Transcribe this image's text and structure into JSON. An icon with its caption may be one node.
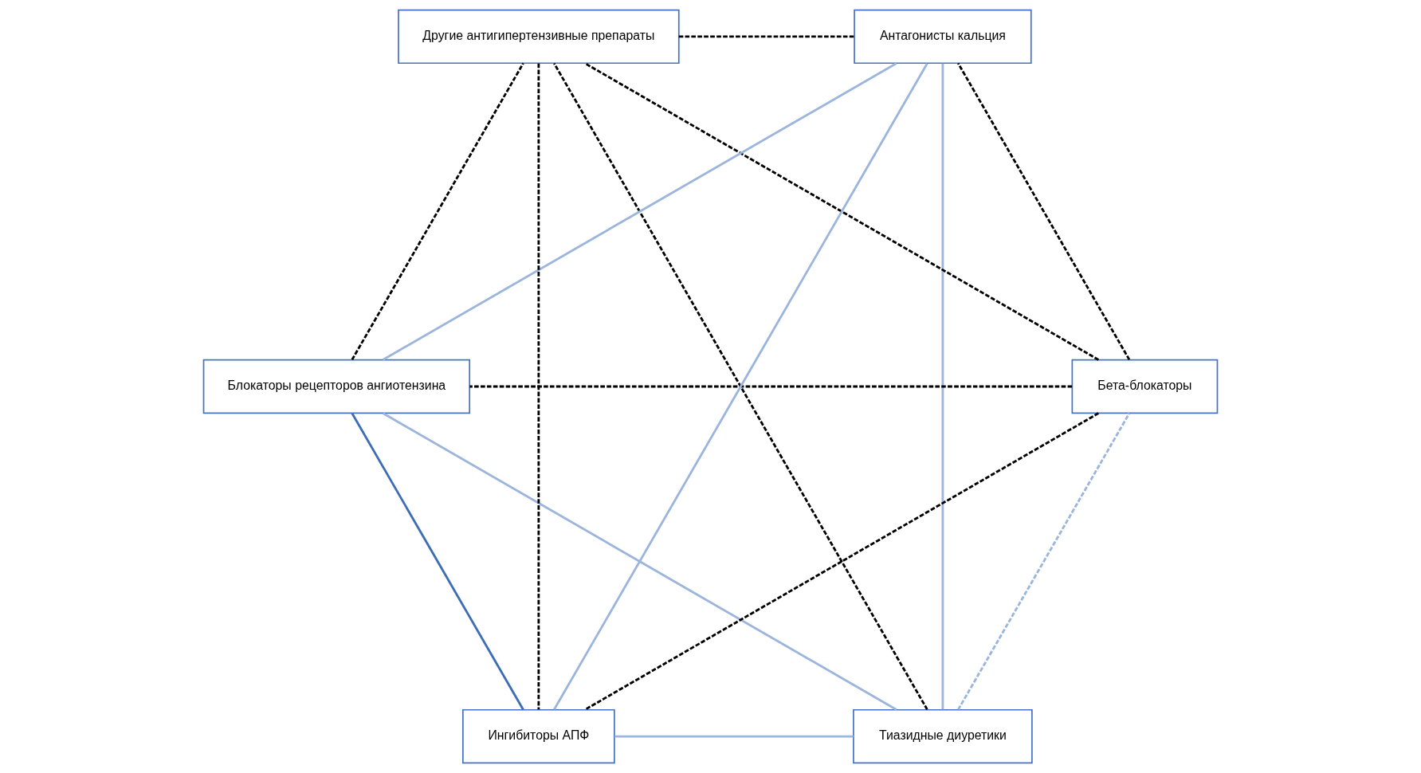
{
  "diagram": {
    "nodes": [
      {
        "text": [
          "Тиазидные диуретики"
        ]
      },
      {
        "text": [
          "Бета-блокаторы"
        ]
      },
      {
        "text": [
          "Блокаторы рецепторов ангиотензина"
        ]
      },
      {
        "text": [
          "Другие антигипертензивные препараты"
        ]
      },
      {
        "text": [
          "Антагонисты кальция"
        ]
      },
      {
        "text": [
          "Ингибиторы АПФ"
        ]
      }
    ],
    "edges": [
      {
        "from": 0,
        "to": 1,
        "arrow": "none",
        "style": "dashed",
        "color": "#9bb5dc"
      },
      {
        "from": 0,
        "to": 2,
        "arrow": "none",
        "color": "#9bb5dc"
      },
      {
        "from": 0,
        "to": 3,
        "arrow": "none",
        "style": "dashed"
      },
      {
        "from": 0,
        "to": 4,
        "arrow": "none",
        "color": "#9bb5dc"
      },
      {
        "from": 0,
        "to": 5,
        "arrow": "none",
        "color": "#9bb5dc"
      },
      {
        "from": 1,
        "to": 2,
        "arrow": "none",
        "style": "dashed"
      },
      {
        "from": 1,
        "to": 3,
        "arrow": "none",
        "style": "dashed"
      },
      {
        "from": 1,
        "to": 4,
        "arrow": "none",
        "style": "dashed"
      },
      {
        "from": 1,
        "to": 5,
        "arrow": "none",
        "style": "dashed"
      },
      {
        "from": 2,
        "to": 3,
        "arrow": "none",
        "style": "dashed"
      },
      {
        "from": 2,
        "to": 4,
        "arrow": "none",
        "color": "#9bb5dc"
      },
      {
        "from": 2,
        "to": 5,
        "arrow": "none",
        "color": "#3d6db5"
      },
      {
        "from": 3,
        "to": 4,
        "arrow": "none",
        "style": "dashed"
      },
      {
        "from": 3,
        "to": 5,
        "arrow": "none",
        "style": "dashed"
      },
      {
        "from": 4,
        "to": 5,
        "arrow": "none",
        "color": "#9bb5dc"
      }
    ]
  }
}
